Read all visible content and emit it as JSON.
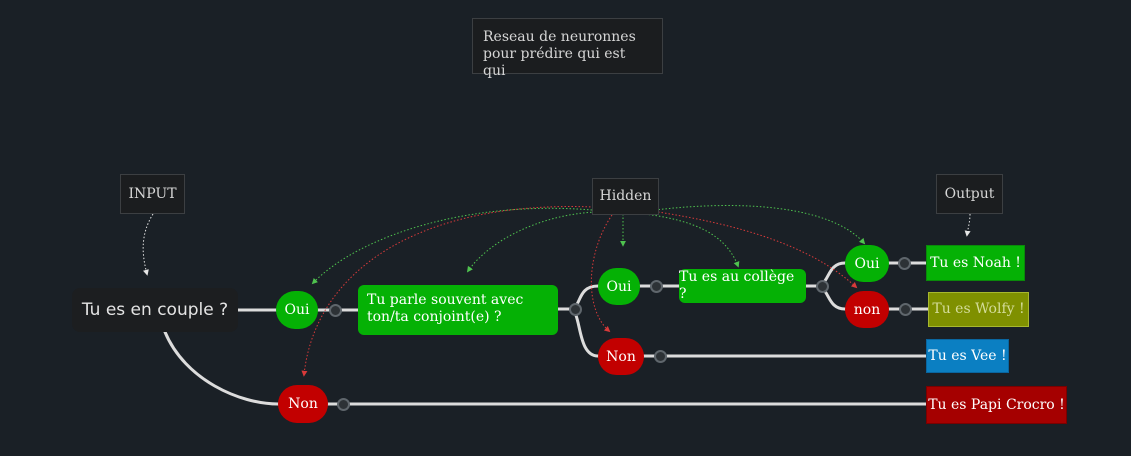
{
  "title_note": "Reseau de neuronnes pour prédire qui est qui",
  "labels": {
    "input": "INPUT",
    "hidden": "Hidden",
    "output": "Output"
  },
  "root": "Tu es en couple ?",
  "branches": {
    "couple_oui": "Oui",
    "couple_non": "Non",
    "parle_oui": "Oui",
    "parle_non": "Non",
    "college_oui": "Oui",
    "college_non": "non"
  },
  "questions": {
    "parle": "Tu parle souvent avec ton/ta conjoint(e) ?",
    "college": "Tu es au collège ?"
  },
  "outputs": {
    "noah": "Tu es Noah !",
    "wolfy": "Tu es Wolfy !",
    "vee": "Tu es Vee !",
    "papi": "Tu es Papi Crocro !"
  },
  "colors": {
    "background": "#1a2026",
    "green": "#05b105",
    "red": "#c20000",
    "olive": "#7f9000",
    "blue": "#0b7fc2",
    "dark_red": "#a50000",
    "green_arrow": "#4fc34f",
    "red_arrow": "#d93a3a"
  }
}
